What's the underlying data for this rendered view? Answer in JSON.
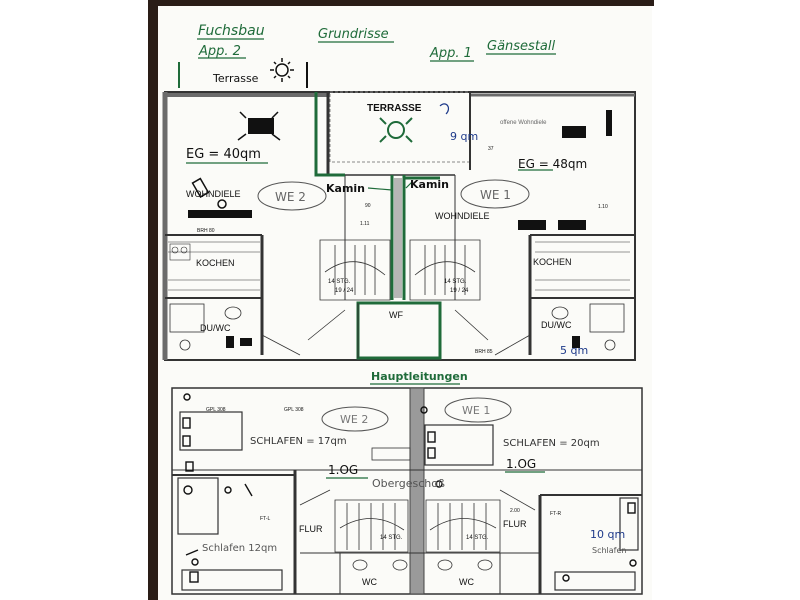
{
  "handwritten": {
    "fuchsbau": "Fuchsbau",
    "app2": "App. 2",
    "grundrisse": "Grundrisse",
    "app1": "App. 1",
    "gaensestall": "Gänsestall",
    "terrasse_small": "Terrasse",
    "eg40": "EG = 40qm",
    "eg48": "EG = 48qm",
    "kamin_left": "Kamin",
    "kamin_right": "Kamin",
    "we2_ground": "WE 2",
    "we1_ground": "WE 1",
    "hauptleitungen": "Hauptleitungen",
    "schlafen17": "SCHLAFEN = 17qm",
    "schlafen20": "SCHLAFEN = 20qm",
    "og1_left": "1.OG",
    "og1_right": "1.OG",
    "obergeschoss": "Obergeschoß",
    "we2_upper": "WE 2",
    "we1_upper": "WE 1",
    "schlafen12": "Schlafen 12qm",
    "schlafen10": "10 qm",
    "schlafen10_label": "Schlafen",
    "area9": "9 qm",
    "area5": "5 qm"
  },
  "printed": {
    "terrasse": "TERRASSE",
    "wohndiele_left": "WOHNDIELE",
    "wohndiele_right": "WOHNDIELE",
    "kochen_left": "KOCHEN",
    "kochen_right": "KOCHEN",
    "duwc_left": "DU/WC",
    "duwc_right": "DU/WC",
    "wf": "WF",
    "flur_left": "FLUR",
    "flur_right": "FLUR",
    "wc_left": "WC",
    "wc_right": "WC",
    "stg_left": "14 STG.",
    "stg_right": "14 STG.",
    "stg_ratio_left": "19 / 24",
    "stg_ratio_right": "19 / 24",
    "stg_upper_left": "14 STG.",
    "stg_upper_right": "14 STG.",
    "gpl_left": "GPL 308",
    "gpl_mid": "GPL 308",
    "offene": "offene Wohndiele",
    "brh80": "BRH 80",
    "brh85": "BRH 85",
    "dim_90": "90",
    "dim_200": "2.00",
    "dim_110": "1.10",
    "dim_111": "1.11",
    "dim_37": "37",
    "ft_l": "FT-L",
    "ft_r": "FT-R"
  },
  "colors": {
    "ink_green": "#1f6b3a",
    "ink_black": "#111111",
    "ink_blue": "#1e3a8a",
    "wall_grey": "#6b6b6b",
    "paper": "#fbfbf8",
    "frame_dark": "#2a1d17"
  }
}
